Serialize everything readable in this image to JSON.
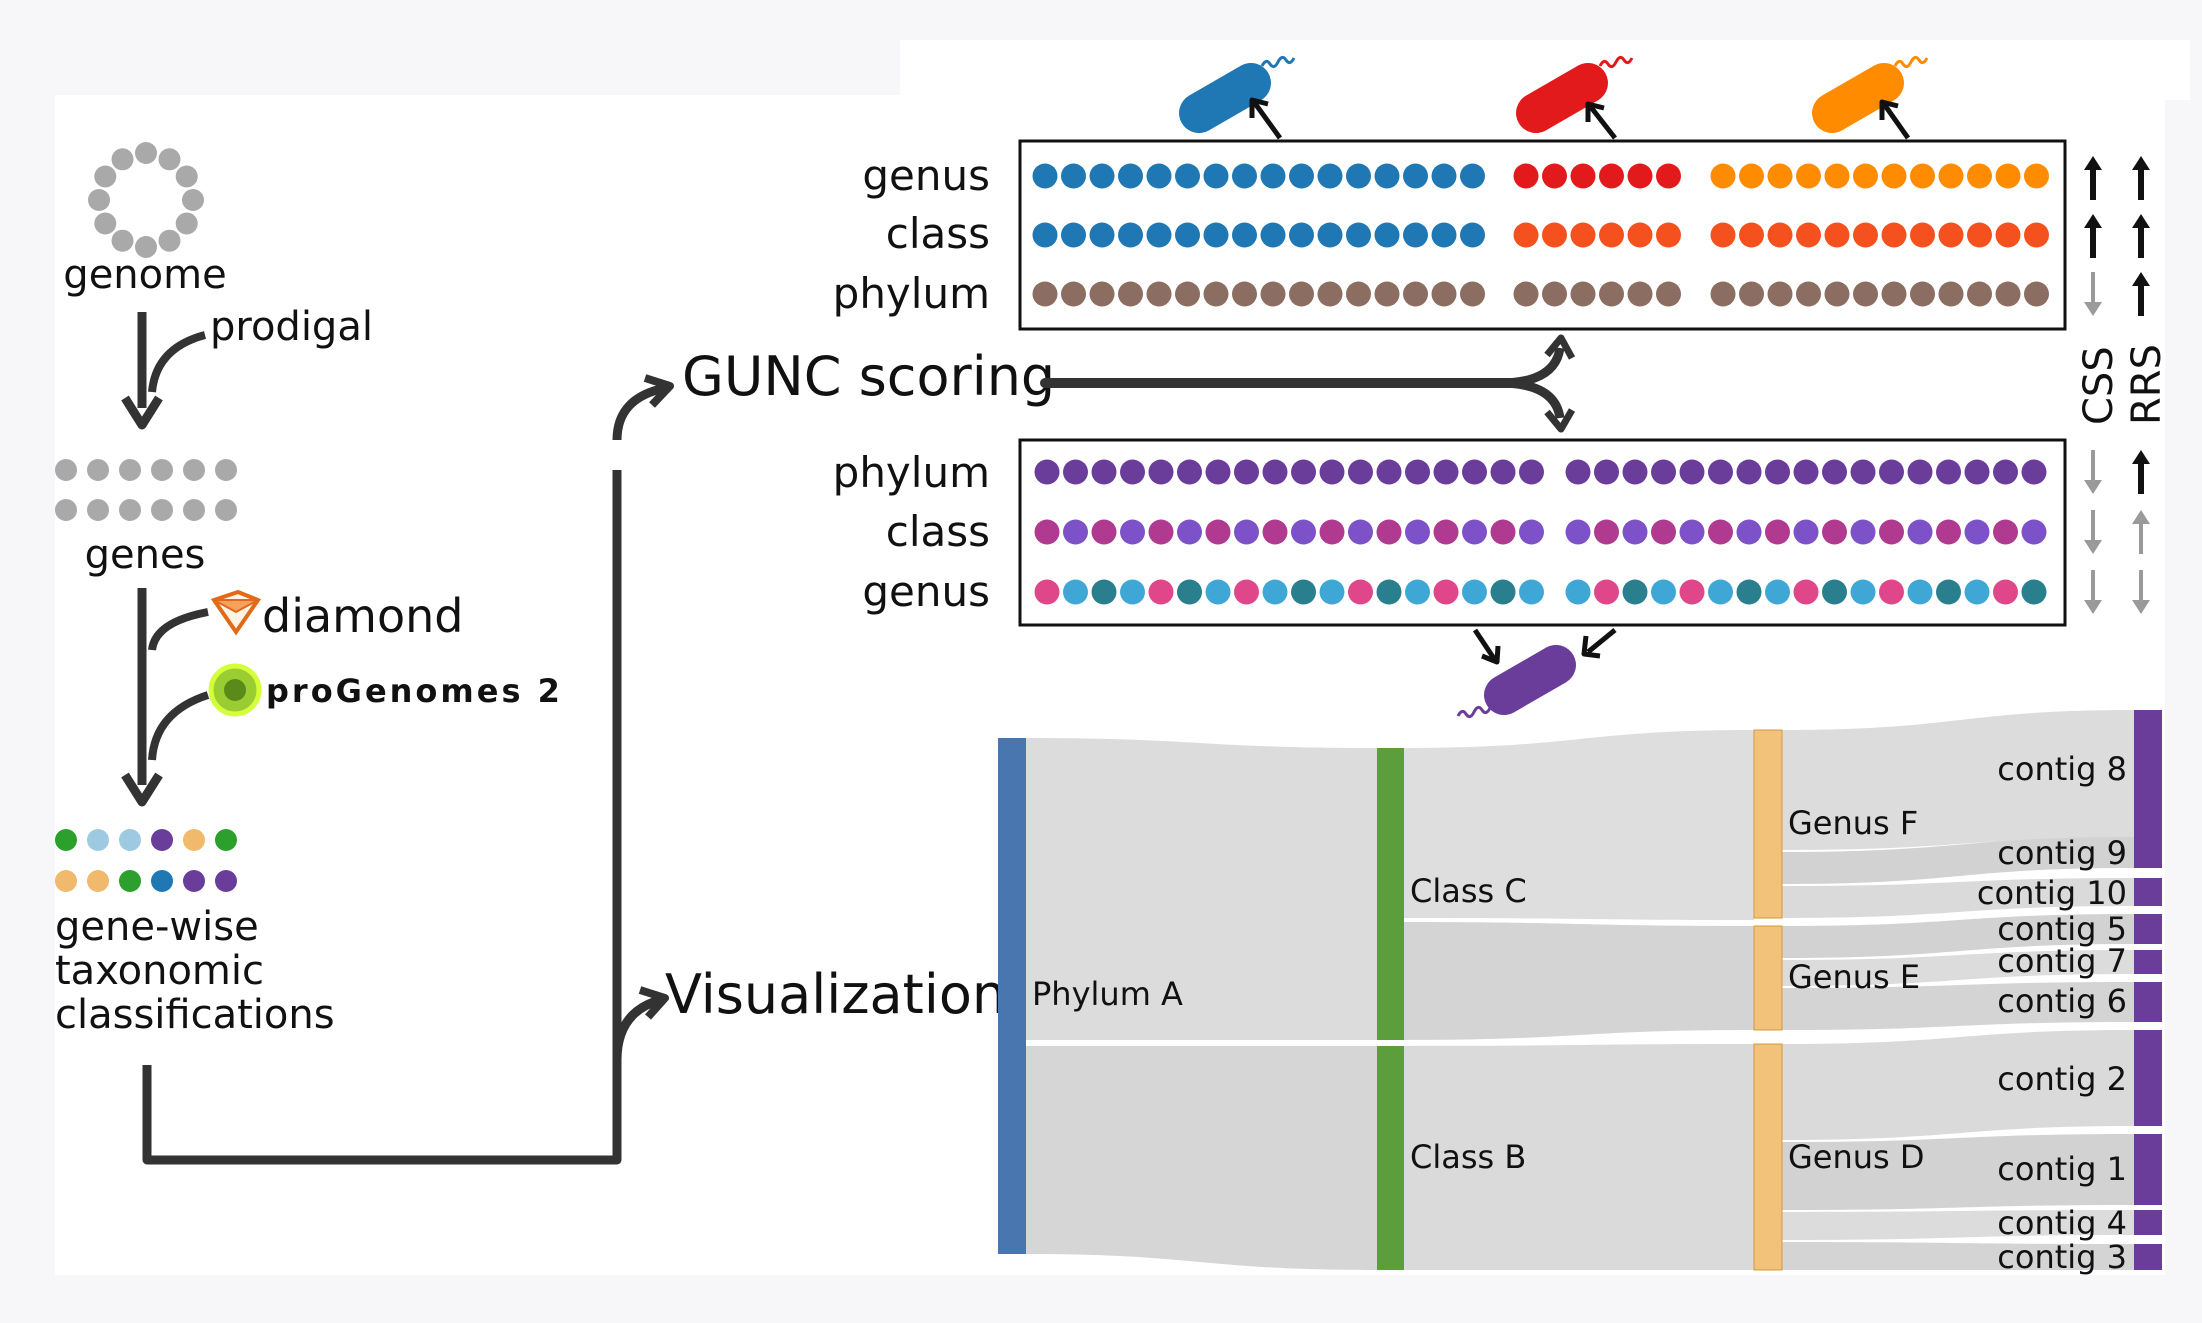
{
  "pipeline": {
    "genome_label": "genome",
    "prodigal_label": "prodigal",
    "genes_label": "genes",
    "diamond_label": "diamond",
    "progenomes_label": "proGenomes 2",
    "classification_lines": [
      "gene-wise",
      "taxonomic",
      "classifications"
    ],
    "gene_colors_row1": [
      "#2ca02c",
      "#9ecae1",
      "#9ecae1",
      "#6a3d9a",
      "#f0b96b",
      "#2ca02c"
    ],
    "gene_colors_row2": [
      "#f0b96b",
      "#f0b96b",
      "#2ca02c",
      "#1f78b4",
      "#6a3d9a",
      "#6a3d9a"
    ]
  },
  "scoring": {
    "label": "GUNC scoring",
    "score_labels": [
      "CSS",
      "RRS"
    ],
    "top_panel": {
      "rows": [
        "genus",
        "class",
        "phylum"
      ],
      "css_arrows": [
        "up-black",
        "up-black",
        "down-grey"
      ],
      "rrs_arrows": [
        "up-black",
        "up-black",
        "up-black"
      ]
    },
    "bottom_panel": {
      "rows": [
        "phylum",
        "class",
        "genus"
      ],
      "css_arrows": [
        "down-grey",
        "down-grey",
        "down-grey"
      ],
      "rrs_arrows": [
        "up-black",
        "up-grey",
        "down-grey"
      ]
    }
  },
  "visualization": {
    "label": "Visualization",
    "nodes": {
      "phylum": [
        "Phylum A"
      ],
      "class": [
        "Class C",
        "Class B"
      ],
      "genus": [
        "Genus F",
        "Genus E",
        "Genus D"
      ],
      "contig": [
        "contig 8",
        "contig 9",
        "contig 10",
        "contig 5",
        "contig 7",
        "contig 6",
        "contig 2",
        "contig 1",
        "contig 4",
        "contig 3"
      ]
    },
    "colors": {
      "phylum": "#4a76b0",
      "class": "#5c9e3c",
      "genus": "#f2c27a",
      "contig": "#6a3d9a",
      "flow": "#d9d9d9"
    }
  },
  "colors": {
    "blue": "#1f78b4",
    "red": "#e31a1c",
    "orange": "#ff8c00",
    "orange_red": "#f4511e",
    "brown": "#8c6d62",
    "purple": "#6a3d9a",
    "violet": "#7d52c8",
    "magenta": "#b03a8f",
    "pink": "#e0468a",
    "sky": "#3fa7d6",
    "teal": "#2a7f8f",
    "gene_grey": "#a9a9a9",
    "arrow": "#333333"
  }
}
